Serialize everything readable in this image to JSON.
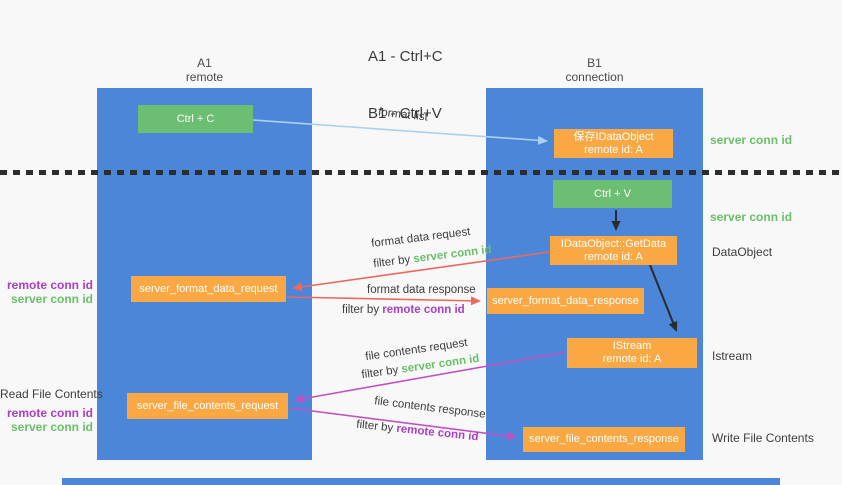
{
  "title": {
    "line1": "A1 - Ctrl+C",
    "line2": "B1 - Ctrl+V"
  },
  "lanes": {
    "a1": {
      "name": "A1",
      "role": "remote"
    },
    "b1": {
      "name": "B1",
      "role": "connection"
    }
  },
  "nodes": {
    "ctrl_c": {
      "label": "Ctrl + C"
    },
    "save_dataobject": {
      "line1": "保存IDataObject",
      "line2": "remote id: A"
    },
    "ctrl_v": {
      "label": "Ctrl + V"
    },
    "getdata": {
      "line1": "IDataObject::GetData",
      "line2": "remote id: A"
    },
    "format_request": {
      "label": "server_format_data_request"
    },
    "format_response": {
      "label": "server_format_data_response"
    },
    "istream": {
      "line1": "IStream",
      "line2": "remote id: A"
    },
    "file_request": {
      "label": "server_file_contents_request"
    },
    "file_response": {
      "label": "server_file_contents_response"
    }
  },
  "labels": {
    "format_list": "format list",
    "format_data_request": "format data request",
    "format_data_response": "format data response",
    "file_contents_request": "file contents request",
    "file_contents_response": "file contents response",
    "filter_by": "filter by",
    "server_conn_id": "server conn id",
    "remote_conn_id": "remote conn id",
    "dataobject": "DataObject",
    "istream": "Istream",
    "read_file_contents": "Read File Contents",
    "write_file_contents": "Write File Contents"
  },
  "colors": {
    "lane_blue": "#4c86d8",
    "node_green": "#6cbe72",
    "node_orange": "#f9a844",
    "text_green": "#6abf69",
    "text_purple": "#a83fc4",
    "arrow_red": "#e9695f",
    "arrow_magenta": "#c252c2",
    "arrow_light_blue": "#a9d2ee",
    "arrow_black": "#2b2b2b",
    "dash_line": "#2d2d2d"
  }
}
